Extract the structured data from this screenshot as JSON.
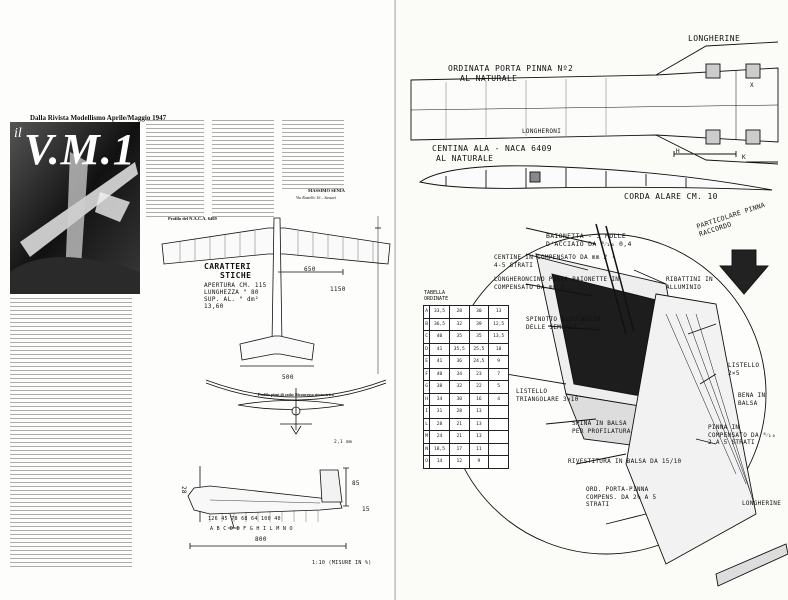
{
  "left_page": {
    "masthead": "Dalla Rivista Modellismo Aprile/Maggio 1947",
    "cover_title": "V.M.1",
    "cover_prefix": "il",
    "signature": "MASSIMO SENIA",
    "signature_sub": "Via Rastello 16 – Sassari",
    "profile_label": "Profilo del N.A.C.A. 6409",
    "tail_profile_label": "Profilo piani di coda: Biconvesso simmetrico",
    "specs": {
      "heading_line1": "CARATTERI",
      "heading_line2": "STICHE",
      "wingspan": "APERTURA CM. 115",
      "length": "LUNGHEZZA \" 80",
      "area": "SUP. AL. \" dm² 13,60"
    },
    "dims": {
      "d650": "650",
      "d1150": "1150",
      "d500": "500",
      "d800": "800",
      "d85": "85",
      "d15": "15",
      "d28": "28",
      "d2mm": "2,1 mm",
      "stations": "126 45 78 68 64 100 40",
      "letters": "A B C D E F G H I L M N O",
      "scale": "1:10 (MISURE IN %)"
    }
  },
  "right_page": {
    "longherine_top": "LONGHERINE",
    "ordinata": "ORDINATA PORTA PINNA Nº2",
    "al_naturale_1": "AL NATURALE",
    "longheroni": "LONGHERONI",
    "centina": "CENTINA ALA - NACA 6409",
    "al_naturale_2": "AL NATURALE",
    "corda": "CORDA ALARE CM. 10",
    "letter_x": "X",
    "letter_h": "H",
    "letter_k": "K",
    "baionetta": "BAIONETTA - 3 MOLLE D'ACCIAIO DA ⁸⁄₁₀ 0,4",
    "particolare": "PARTICOLARE PINNA RACCORDO",
    "centine": "CENTINE IN COMPENSATO DA mm 2 · 4-5 STRATI",
    "longheroncino": "LONGHERONCINO PORTA BAIONETTE IN COMPENSATO DA mm 3",
    "ribattini": "RIBATTINI IN ALLUMINIO",
    "spinotto": "SPINOTTO BLOCCAGGIO DELLE SEMIALI",
    "listello_2x5": "LISTELLO 2×5",
    "listello_tri": "LISTELLO TRIANGOLARE 3×10",
    "spina": "SPINA IN BALSA PER PROFILATURA",
    "bena": "BENA IN BALSA",
    "pinna_comp": "PINNA IN COMPENSATO DA ⁸⁄₁₀ 2 A 5 STRATI",
    "rivestitura": "RIVESTITURA IN BALSA DA 15/10",
    "ord_porta": "ORD. PORTA-PINNA COMPENS. DA 2% A 5 STRATI",
    "longherine_bottom": "LONGHERINE",
    "table": {
      "title_line1": "TABELLA",
      "title_line2": "ORDINATE",
      "rows": [
        [
          "A",
          "33,5",
          "28",
          "30",
          "13"
        ],
        [
          "B",
          "36,5",
          "32",
          "39",
          "12,5"
        ],
        [
          "C",
          "40",
          "35",
          "35",
          "13,5"
        ],
        [
          "D",
          "41",
          "35,5",
          "25,5",
          "10"
        ],
        [
          "E",
          "41",
          "36",
          "24,5",
          "9"
        ],
        [
          "F",
          "40",
          "34",
          "23",
          "7"
        ],
        [
          "G",
          "38",
          "32",
          "22",
          "5"
        ],
        [
          "H",
          "34",
          "30",
          "16",
          "4"
        ],
        [
          "I",
          "31",
          "28",
          "13",
          ""
        ],
        [
          "L",
          "28",
          "21",
          "13",
          ""
        ],
        [
          "M",
          "24",
          "21",
          "13",
          ""
        ],
        [
          "N",
          "18,5",
          "17",
          "11",
          ""
        ],
        [
          "O",
          "14",
          "12",
          "9",
          ""
        ]
      ]
    }
  }
}
